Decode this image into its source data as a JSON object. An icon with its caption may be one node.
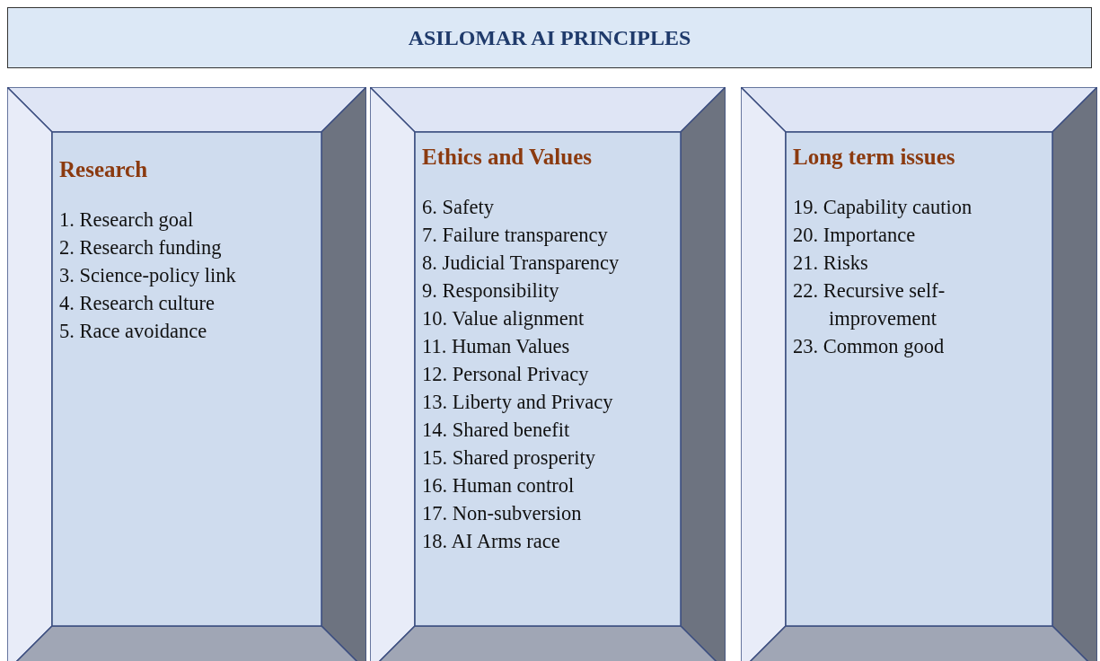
{
  "diagram": {
    "title": "ASILOMAR AI PRINCIPLES",
    "nodes": [
      {
        "text": [
          "Research",
          "1. Research goal",
          "2. Research funding",
          "3. Science-policy link",
          "4. Research culture",
          "5. Race avoidance"
        ]
      },
      {
        "text": [
          "Ethics and Values",
          "6. Safety",
          "7. Failure transparency",
          "8. Judicial Transparency",
          "9. Responsibility",
          "10. Value alignment",
          "11. Human Values",
          "12. Personal Privacy",
          "13. Liberty and Privacy",
          "14. Shared benefit",
          "15. Shared prosperity",
          "16. Human control",
          "17. Non-subversion",
          "18. AI Arms race"
        ]
      },
      {
        "text": [
          "Long term issues",
          "19. Capability caution",
          "20. Importance",
          "21. Risks",
          "22. Recursive self-improvement",
          "23. Common good"
        ]
      }
    ],
    "edges": []
  }
}
